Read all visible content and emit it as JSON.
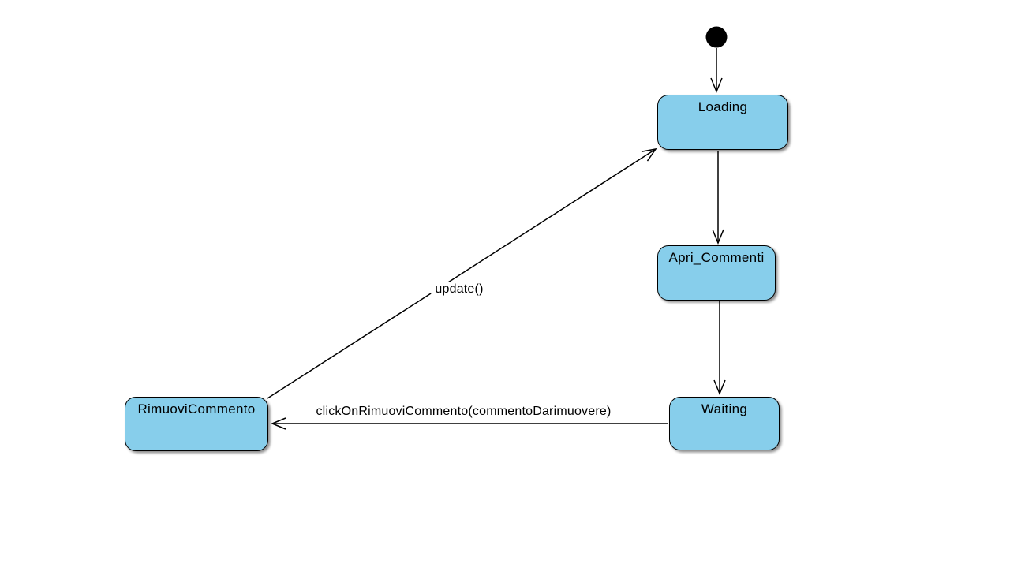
{
  "diagram": {
    "type": "uml-state-machine",
    "colors": {
      "background": "#ffffff",
      "state_fill": "#87CEEB",
      "stroke": "#000000",
      "shadow": "#999999"
    },
    "initial_state": {
      "name": "initial-state"
    },
    "states": [
      {
        "id": "loading",
        "label": "Loading"
      },
      {
        "id": "apri_commenti",
        "label": "Apri_Commenti"
      },
      {
        "id": "waiting",
        "label": "Waiting"
      },
      {
        "id": "rimuovi_commento",
        "label": "RimuoviCommento"
      }
    ],
    "transitions": [
      {
        "from": "initial",
        "to": "Loading",
        "label": ""
      },
      {
        "from": "Loading",
        "to": "Apri_Commenti",
        "label": ""
      },
      {
        "from": "Apri_Commenti",
        "to": "Waiting",
        "label": ""
      },
      {
        "from": "Waiting",
        "to": "RimuoviCommento",
        "label": "clickOnRimuoviCommento(commentoDarimuovere)"
      },
      {
        "from": "RimuoviCommento",
        "to": "Loading",
        "label": "update()"
      }
    ]
  }
}
